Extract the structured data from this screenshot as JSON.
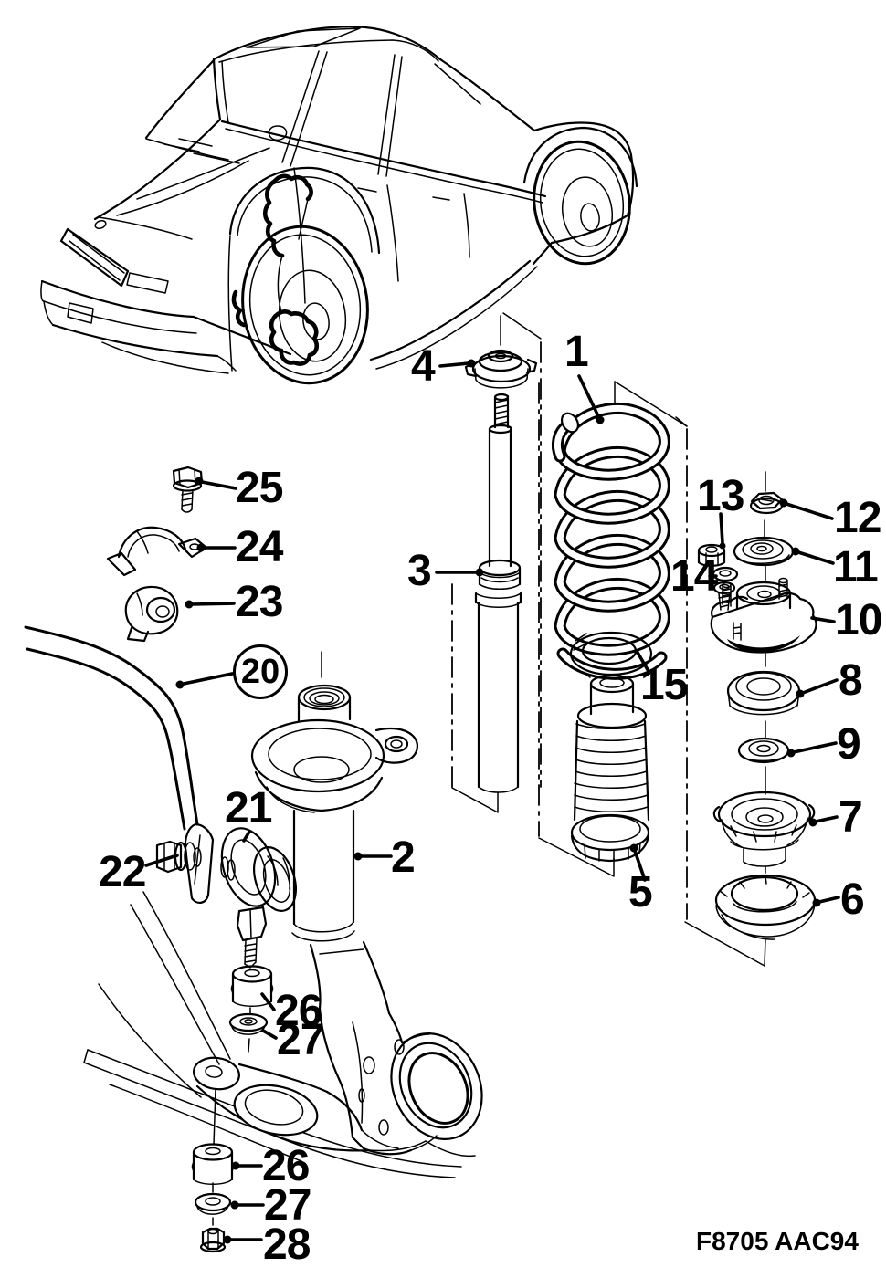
{
  "diagram": {
    "code": "F8705 AAC94",
    "ink_color": "#000000",
    "background_color": "#ffffff"
  },
  "callouts": {
    "1": "1",
    "2": "2",
    "3": "3",
    "4": "4",
    "5": "5",
    "6": "6",
    "7": "7",
    "8": "8",
    "9": "9",
    "10": "10",
    "11": "11",
    "12": "12",
    "13": "13",
    "14": "14",
    "15": "15",
    "20": "20",
    "21": "21",
    "22": "22",
    "23": "23",
    "24": "24",
    "25": "25",
    "26": "26",
    "27": "27",
    "28": "28"
  }
}
